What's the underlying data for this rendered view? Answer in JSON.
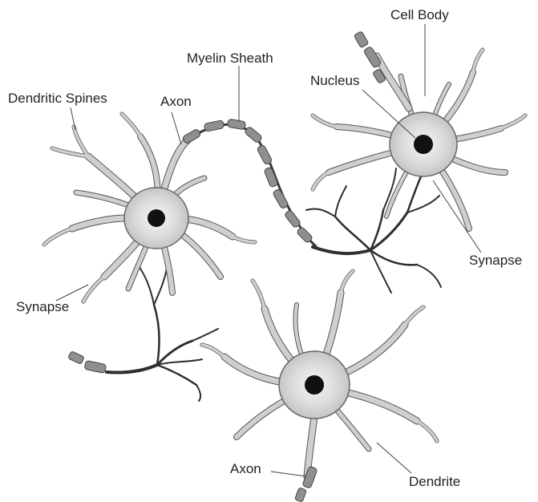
{
  "labels": {
    "cell_body": "Cell Body",
    "myelin_sheath": "Myelin Sheath",
    "nucleus": "Nucleus",
    "dendritic_spines": "Dendritic Spines",
    "axon_top": "Axon",
    "synapse_right": "Synapse",
    "synapse_left": "Synapse",
    "axon_bottom": "Axon",
    "dendrite": "Dendrite"
  },
  "colors": {
    "cell_light": "#f4f4f4",
    "cell_mid": "#c9c9c9",
    "cell_edge": "#555555",
    "nucleus": "#111111",
    "terminal": "#2e2e2e",
    "myelin": "#8f8f8f",
    "text": "#222222"
  }
}
